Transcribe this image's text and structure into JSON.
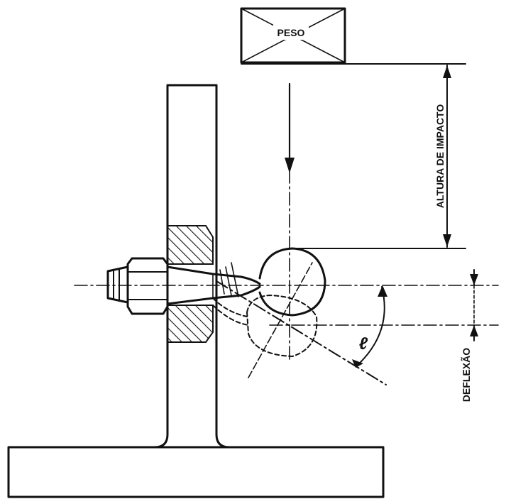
{
  "diagram": {
    "weight_label": "PESO",
    "impact_height_label": "ALTURA DE IMPACTO",
    "deflection_label": "DEFLEXÃO",
    "angle_symbol": "ℓ"
  },
  "colors": {
    "ink": "#111111",
    "paper": "#ffffff"
  }
}
